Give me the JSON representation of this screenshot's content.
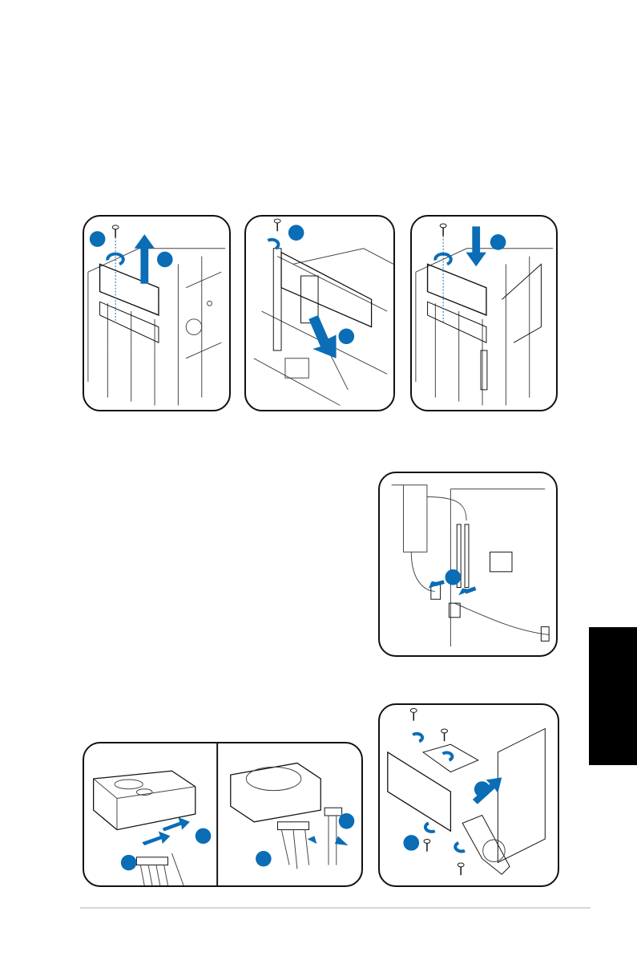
{
  "colors": {
    "accent": "#0a6db5",
    "line": "#111111",
    "tab": "#000000",
    "rule": "#d8d8d8"
  },
  "figures": [
    {
      "id": "remove-bracket",
      "steps": 2
    },
    {
      "id": "insert-card",
      "steps": 2
    },
    {
      "id": "secure-bracket",
      "steps": 2
    },
    {
      "id": "connect-power-cable",
      "steps": 1
    },
    {
      "id": "connect-drive-cables",
      "steps": 4
    },
    {
      "id": "install-drive-bay",
      "steps": 2
    }
  ]
}
